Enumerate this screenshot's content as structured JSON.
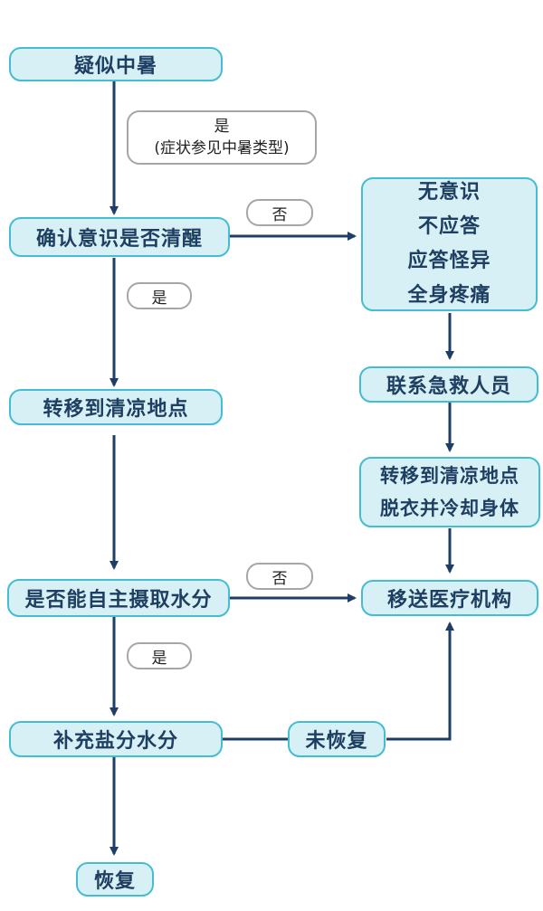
{
  "nodes": {
    "suspected_heatstroke": "疑似中暑",
    "check_consciousness": "确认意识是否清醒",
    "move_cool_place": "转移到清凉地点",
    "can_drink": "是否能自主摄取水分",
    "replenish_fluids": "补充盐分水分",
    "recovered": "恢复",
    "symptoms": [
      "无意识",
      "不应答",
      "应答怪异",
      "全身疼痛"
    ],
    "contact_rescue": "联系急救人员",
    "cool_body": [
      "转移到清凉地点",
      "脱衣并冷却身体"
    ],
    "send_to_hospital": "移送医疗机构",
    "not_recovered": "未恢复"
  },
  "labels": {
    "yes_symptoms_line1": "是",
    "yes_symptoms_line2": "(症状参见中暑类型)",
    "no_consciousness": "否",
    "yes_consciousness": "是",
    "no_drink": "否",
    "yes_drink": "是"
  },
  "colors": {
    "box_fill": "#d7f0f5",
    "box_border": "#43bdd1",
    "text": "#1f3f62",
    "arrow": "#1e3e66",
    "label_border": "#a6a6a6"
  }
}
